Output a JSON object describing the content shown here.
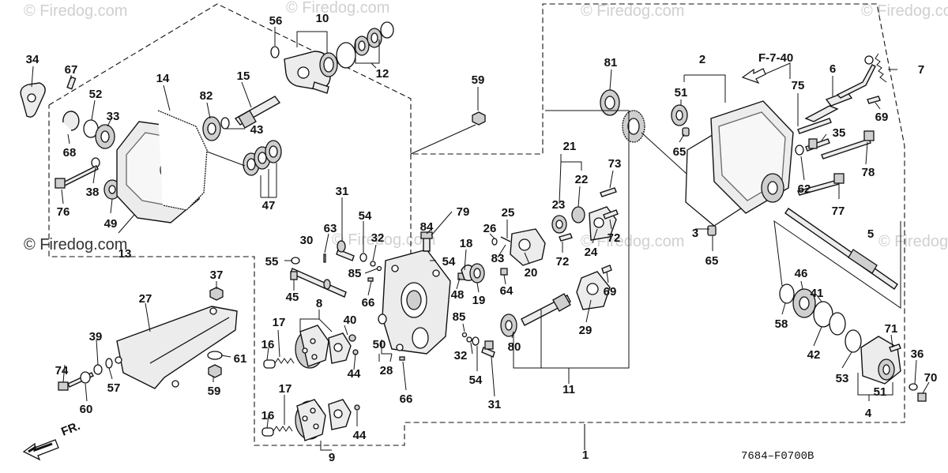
{
  "watermarks": [
    "© Firedog.com",
    "© Firedog.com",
    "© Firedog.com",
    "© Firedog.com",
    "© Firedog.com",
    "© Firedog.com",
    "© Firedog.com",
    "© Firedog.com"
  ],
  "reference_label": "F-7-40",
  "drawing_code": "7684–F0700B",
  "direction_label": "FR.",
  "parts": [
    "1",
    "2",
    "3",
    "4",
    "5",
    "6",
    "7",
    "8",
    "9",
    "10",
    "11",
    "12",
    "13",
    "14",
    "15",
    "16",
    "16",
    "17",
    "17",
    "18",
    "19",
    "20",
    "21",
    "22",
    "23",
    "24",
    "25",
    "26",
    "27",
    "28",
    "29",
    "30",
    "31",
    "31",
    "32",
    "32",
    "33",
    "34",
    "35",
    "36",
    "37",
    "38",
    "39",
    "40",
    "41",
    "42",
    "43",
    "44",
    "44",
    "45",
    "46",
    "47",
    "48",
    "49",
    "50",
    "51",
    "51",
    "52",
    "53",
    "54",
    "54",
    "54",
    "55",
    "56",
    "57",
    "58",
    "59",
    "59",
    "60",
    "61",
    "62",
    "63",
    "64",
    "65",
    "65",
    "66",
    "66",
    "67",
    "68",
    "69",
    "69",
    "70",
    "71",
    "72",
    "72",
    "73",
    "74",
    "75",
    "76",
    "77",
    "78",
    "79",
    "80",
    "81",
    "82",
    "83",
    "84",
    "85",
    "85"
  ]
}
